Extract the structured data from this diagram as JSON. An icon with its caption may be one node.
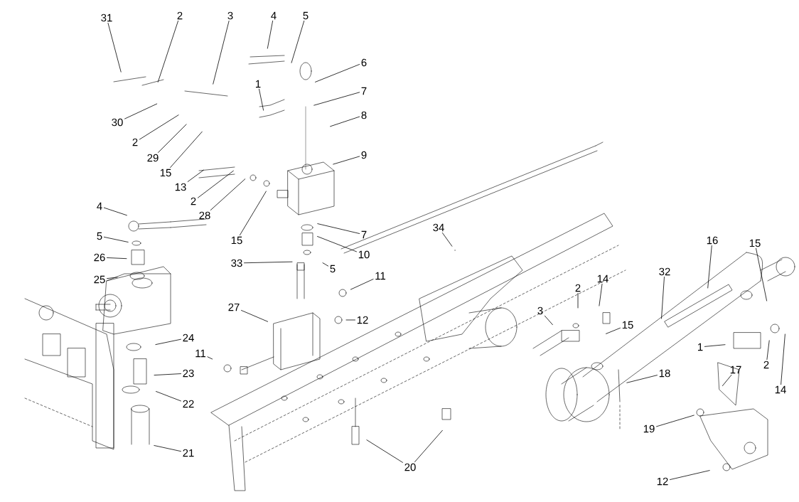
{
  "diagram": {
    "nodes": [
      {
        "text": [
          "31"
        ]
      },
      {
        "text": [
          "2"
        ]
      },
      {
        "text": [
          "3"
        ]
      },
      {
        "text": [
          "4"
        ]
      },
      {
        "text": [
          "5"
        ]
      },
      {
        "text": [
          "6"
        ]
      },
      {
        "text": [
          "1"
        ]
      },
      {
        "text": [
          "7"
        ]
      },
      {
        "text": [
          "30"
        ]
      },
      {
        "text": [
          "8"
        ]
      },
      {
        "text": [
          "2"
        ]
      },
      {
        "text": [
          "29"
        ]
      },
      {
        "text": [
          "15"
        ]
      },
      {
        "text": [
          "9"
        ]
      },
      {
        "text": [
          "13"
        ]
      },
      {
        "text": [
          "2"
        ]
      },
      {
        "text": [
          "28"
        ]
      },
      {
        "text": [
          "4"
        ]
      },
      {
        "text": [
          "15"
        ]
      },
      {
        "text": [
          "34"
        ]
      },
      {
        "text": [
          "7"
        ]
      },
      {
        "text": [
          "5"
        ]
      },
      {
        "text": [
          "16"
        ]
      },
      {
        "text": [
          "15"
        ]
      },
      {
        "text": [
          "10"
        ]
      },
      {
        "text": [
          "26"
        ]
      },
      {
        "text": [
          "33"
        ]
      },
      {
        "text": [
          "32"
        ]
      },
      {
        "text": [
          "5"
        ]
      },
      {
        "text": [
          "25"
        ]
      },
      {
        "text": [
          "11"
        ]
      },
      {
        "text": [
          "14"
        ]
      },
      {
        "text": [
          "2"
        ]
      },
      {
        "text": [
          "27"
        ]
      },
      {
        "text": [
          "3"
        ]
      },
      {
        "text": [
          "12"
        ]
      },
      {
        "text": [
          "15"
        ]
      },
      {
        "text": [
          "24"
        ]
      },
      {
        "text": [
          "1"
        ]
      },
      {
        "text": [
          "11"
        ]
      },
      {
        "text": [
          "2"
        ]
      },
      {
        "text": [
          "23"
        ]
      },
      {
        "text": [
          "17"
        ]
      },
      {
        "text": [
          "18"
        ]
      },
      {
        "text": [
          "22"
        ]
      },
      {
        "text": [
          "14"
        ]
      },
      {
        "text": [
          "19"
        ]
      },
      {
        "text": [
          "21"
        ]
      },
      {
        "text": [
          "20"
        ]
      },
      {
        "text": [
          "12"
        ]
      }
    ],
    "edges": [
      {
        "from": 0,
        "to": null,
        "arrow": "none"
      },
      {
        "from": 1,
        "to": null,
        "arrow": "none"
      },
      {
        "from": 2,
        "to": null,
        "arrow": "none"
      },
      {
        "from": 3,
        "to": null,
        "arrow": "none"
      },
      {
        "from": 4,
        "to": null,
        "arrow": "none"
      },
      {
        "from": 5,
        "to": null,
        "arrow": "none"
      },
      {
        "from": 6,
        "to": null,
        "arrow": "none"
      },
      {
        "from": 7,
        "to": null,
        "arrow": "none"
      },
      {
        "from": 8,
        "to": null,
        "arrow": "none"
      },
      {
        "from": 9,
        "to": null,
        "arrow": "none"
      },
      {
        "from": 10,
        "to": null,
        "arrow": "none"
      },
      {
        "from": 11,
        "to": null,
        "arrow": "none"
      },
      {
        "from": 12,
        "to": null,
        "arrow": "none"
      },
      {
        "from": 13,
        "to": null,
        "arrow": "none"
      },
      {
        "from": 14,
        "to": null,
        "arrow": "none"
      },
      {
        "from": 15,
        "to": null,
        "arrow": "none"
      },
      {
        "from": 16,
        "to": null,
        "arrow": "none"
      },
      {
        "from": 17,
        "to": null,
        "arrow": "none"
      },
      {
        "from": 18,
        "to": null,
        "arrow": "none"
      },
      {
        "from": 19,
        "to": null,
        "arrow": "none"
      },
      {
        "from": 20,
        "to": null,
        "arrow": "none"
      },
      {
        "from": 21,
        "to": null,
        "arrow": "none"
      },
      {
        "from": 22,
        "to": null,
        "arrow": "none"
      },
      {
        "from": 23,
        "to": null,
        "arrow": "none"
      },
      {
        "from": 24,
        "to": null,
        "arrow": "none"
      },
      {
        "from": 25,
        "to": null,
        "arrow": "none"
      },
      {
        "from": 26,
        "to": null,
        "arrow": "none"
      },
      {
        "from": 27,
        "to": null,
        "arrow": "none"
      },
      {
        "from": 28,
        "to": null,
        "arrow": "none"
      },
      {
        "from": 29,
        "to": null,
        "arrow": "none"
      },
      {
        "from": 30,
        "to": null,
        "arrow": "none"
      },
      {
        "from": 31,
        "to": null,
        "arrow": "none"
      },
      {
        "from": 32,
        "to": null,
        "arrow": "none"
      },
      {
        "from": 33,
        "to": null,
        "arrow": "none"
      },
      {
        "from": 34,
        "to": null,
        "arrow": "none"
      },
      {
        "from": 35,
        "to": null,
        "arrow": "none"
      },
      {
        "from": 36,
        "to": null,
        "arrow": "none"
      },
      {
        "from": 37,
        "to": null,
        "arrow": "none"
      },
      {
        "from": 38,
        "to": null,
        "arrow": "none"
      },
      {
        "from": 39,
        "to": null,
        "arrow": "none"
      },
      {
        "from": 40,
        "to": null,
        "arrow": "none"
      },
      {
        "from": 41,
        "to": null,
        "arrow": "none"
      },
      {
        "from": 42,
        "to": null,
        "arrow": "none"
      },
      {
        "from": 43,
        "to": null,
        "arrow": "none"
      },
      {
        "from": 44,
        "to": null,
        "arrow": "none"
      },
      {
        "from": 45,
        "to": null,
        "arrow": "none"
      },
      {
        "from": 46,
        "to": null,
        "arrow": "none"
      },
      {
        "from": 47,
        "to": null,
        "arrow": "none"
      },
      {
        "from": 48,
        "to": null,
        "arrow": "none"
      },
      {
        "from": 48,
        "to": null,
        "arrow": "none"
      },
      {
        "from": 49,
        "to": null,
        "arrow": "none"
      }
    ]
  }
}
